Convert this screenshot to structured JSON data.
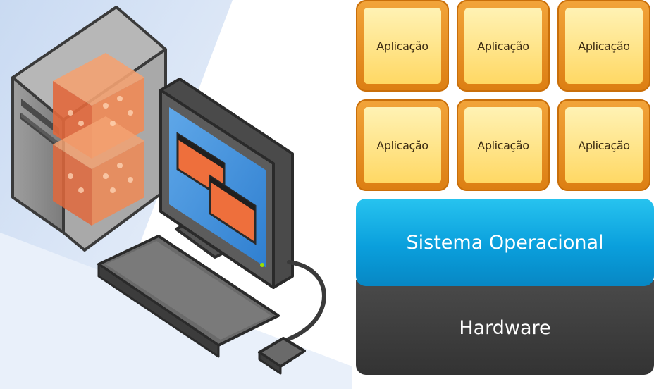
{
  "applications": [
    {
      "label": "Aplicação"
    },
    {
      "label": "Aplicação"
    },
    {
      "label": "Aplicação"
    },
    {
      "label": "Aplicação"
    },
    {
      "label": "Aplicação"
    },
    {
      "label": "Aplicação"
    }
  ],
  "layers": {
    "os_label": "Sistema Operacional",
    "hardware_label": "Hardware"
  },
  "colors": {
    "app_frame": "#e08a1a",
    "app_face": "#ffe27a",
    "os_blue": "#0a9fdc",
    "hardware_dark": "#3c3c3c",
    "illustration_background": "#dfe9f7"
  },
  "illustration": {
    "icon": "computer-tower-monitor-keyboard-mouse-icon"
  }
}
